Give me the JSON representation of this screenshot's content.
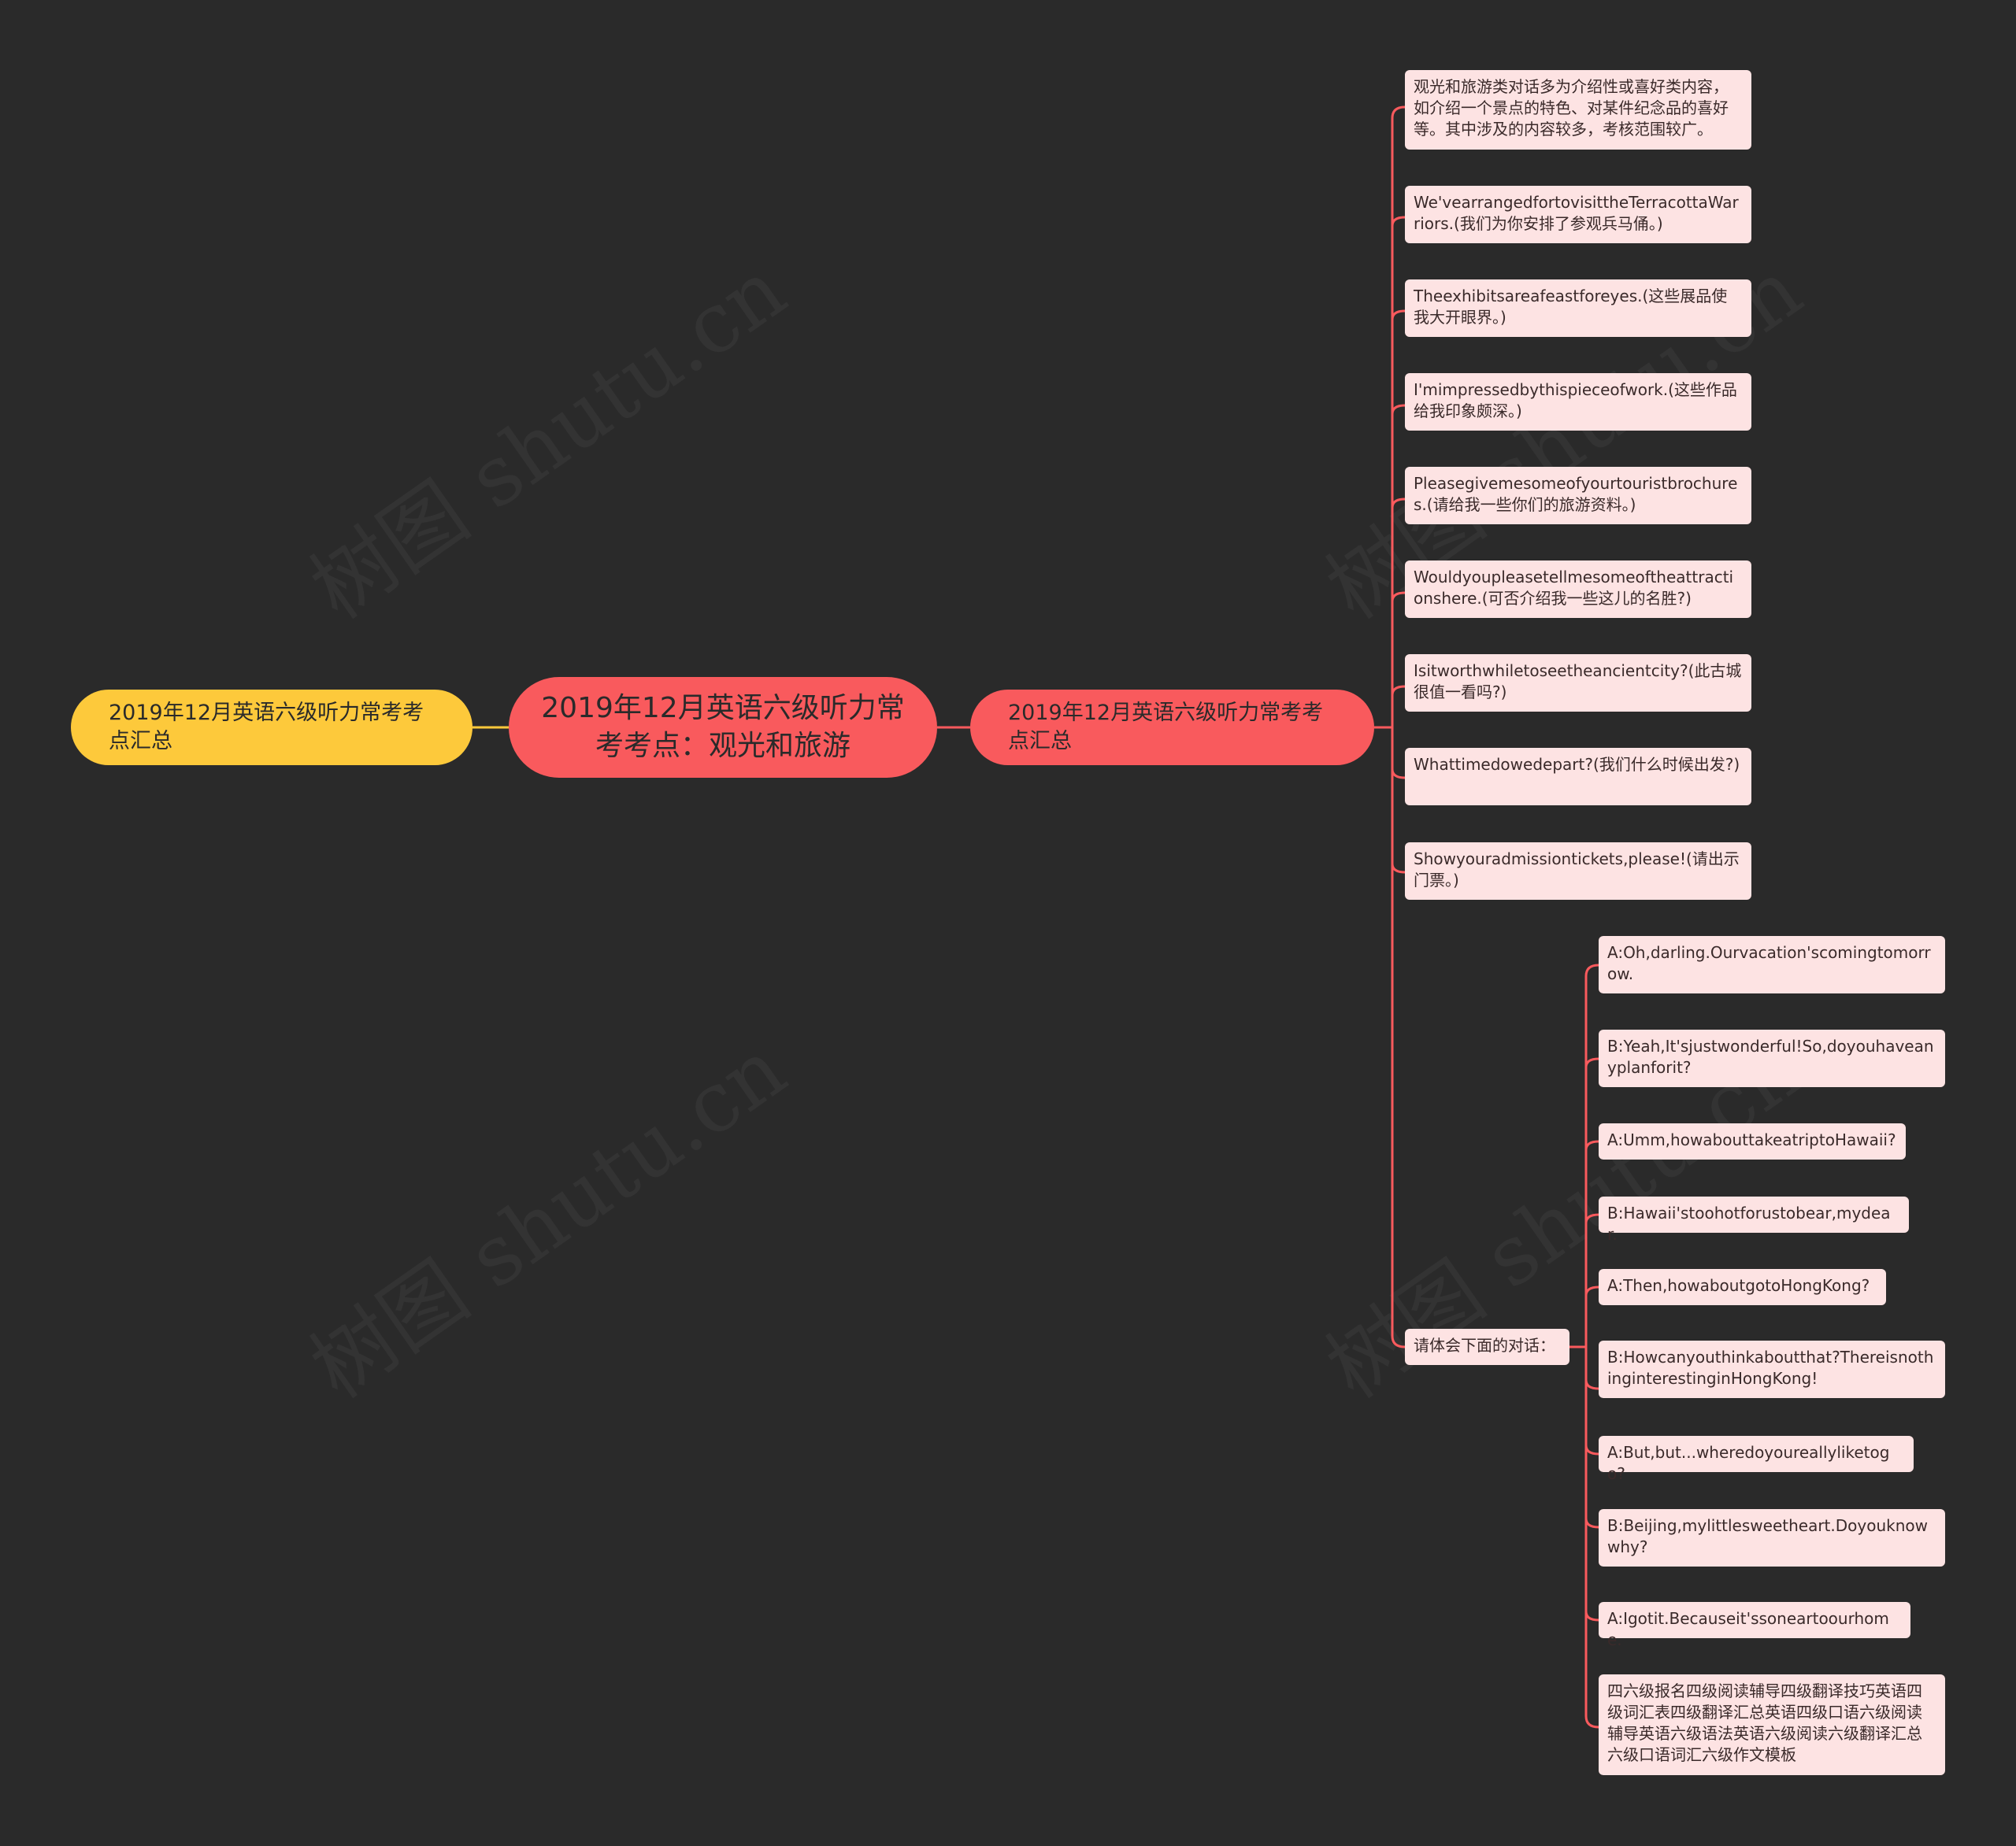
{
  "root": {
    "label": "2019年12月英语六级听力常考考点：观光和旅游"
  },
  "left_branch": {
    "label": "2019年12月英语六级听力常考考点汇总"
  },
  "right_branch": {
    "label": "2019年12月英语六级听力常考考点汇总"
  },
  "level2": [
    "观光和旅游类对话多为介绍性或喜好类内容，如介绍一个景点的特色、对某件纪念品的喜好等。其中涉及的内容较多，考核范围较广。",
    "We'vearrangedfortovisittheTerracottaWarriors.(我们为你安排了参观兵马俑。)",
    "Theexhibitsareafeastforeyes.(这些展品使我大开眼界。)",
    "I'mimpressedbythispieceofwork.(这些作品给我印象颇深。)",
    "Pleasegivemesomeofyourtouristbrochures.(请给我一些你们的旅游资料。)",
    "Wouldyoupleasetellmesomeoftheattractionshere.(可否介绍我一些这儿的名胜?)",
    "Isitworthwhiletoseetheancientcity?(此古城很值一看吗?)",
    "Whattimedowedepart?(我们什么时候出发?)",
    "Showyouradmissiontickets,please!(请出示门票。)",
    "请体会下面的对话："
  ],
  "dialogue": [
    "A:Oh,darling.Ourvacation'scomingtomorrow.",
    "B:Yeah,It'sjustwonderful!So,doyouhaveanyplanforit?",
    "A:Umm,howabouttakeatriptoHawaii?",
    "B:Hawaii'stoohotforustobear,mydear.",
    "A:Then,howaboutgotoHongKong?",
    "B:Howcanyouthinkaboutthat?ThereisnothinginterestinginHongKong!",
    "A:But,but...wheredoyoureallyliketogo?",
    "B:Beijing,mylittlesweetheart.Doyouknowwhy?",
    "A:Igotit.Becauseit'ssoneartoourhome.",
    "四六级报名四级阅读辅导四级翻译技巧英语四级词汇表四级翻译汇总英语四级口语六级阅读辅导英语六级语法英语六级阅读六级翻译汇总六级口语词汇六级作文模板"
  ],
  "watermark": "树图 shutu.cn",
  "colors": {
    "background": "#2a2a2a",
    "root": "#f95a5d",
    "left_branch": "#fdc93b",
    "right_branch": "#f95a5d",
    "leaf": "#fde3e3",
    "line_red": "#f95a5d",
    "line_yellow": "#fdc93b"
  }
}
